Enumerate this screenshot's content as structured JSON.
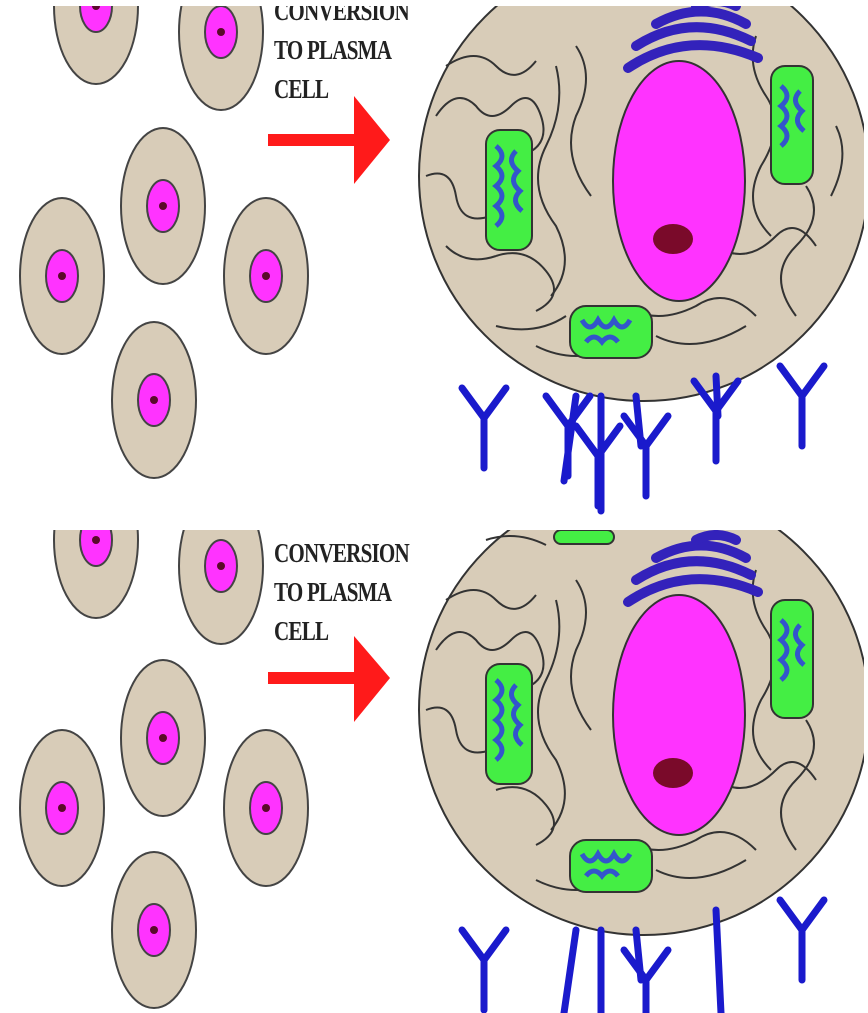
{
  "panels": [
    {
      "label_lines": [
        "CONVERSION",
        "TO PLASMA",
        "CELL"
      ]
    },
    {
      "label_lines": [
        "CONVERSION",
        "TO PLASMA",
        "CELL"
      ]
    }
  ],
  "colors": {
    "small_cell_body": "#d8ccb8",
    "nucleus": "#ff33ff",
    "nucleolus": "#7a0a2a",
    "arrow": "#ff1a1a",
    "mitochondria": "#44ee44",
    "golgi": "#3322bb",
    "antibody": "#1a1acc",
    "outline": "#333333"
  }
}
